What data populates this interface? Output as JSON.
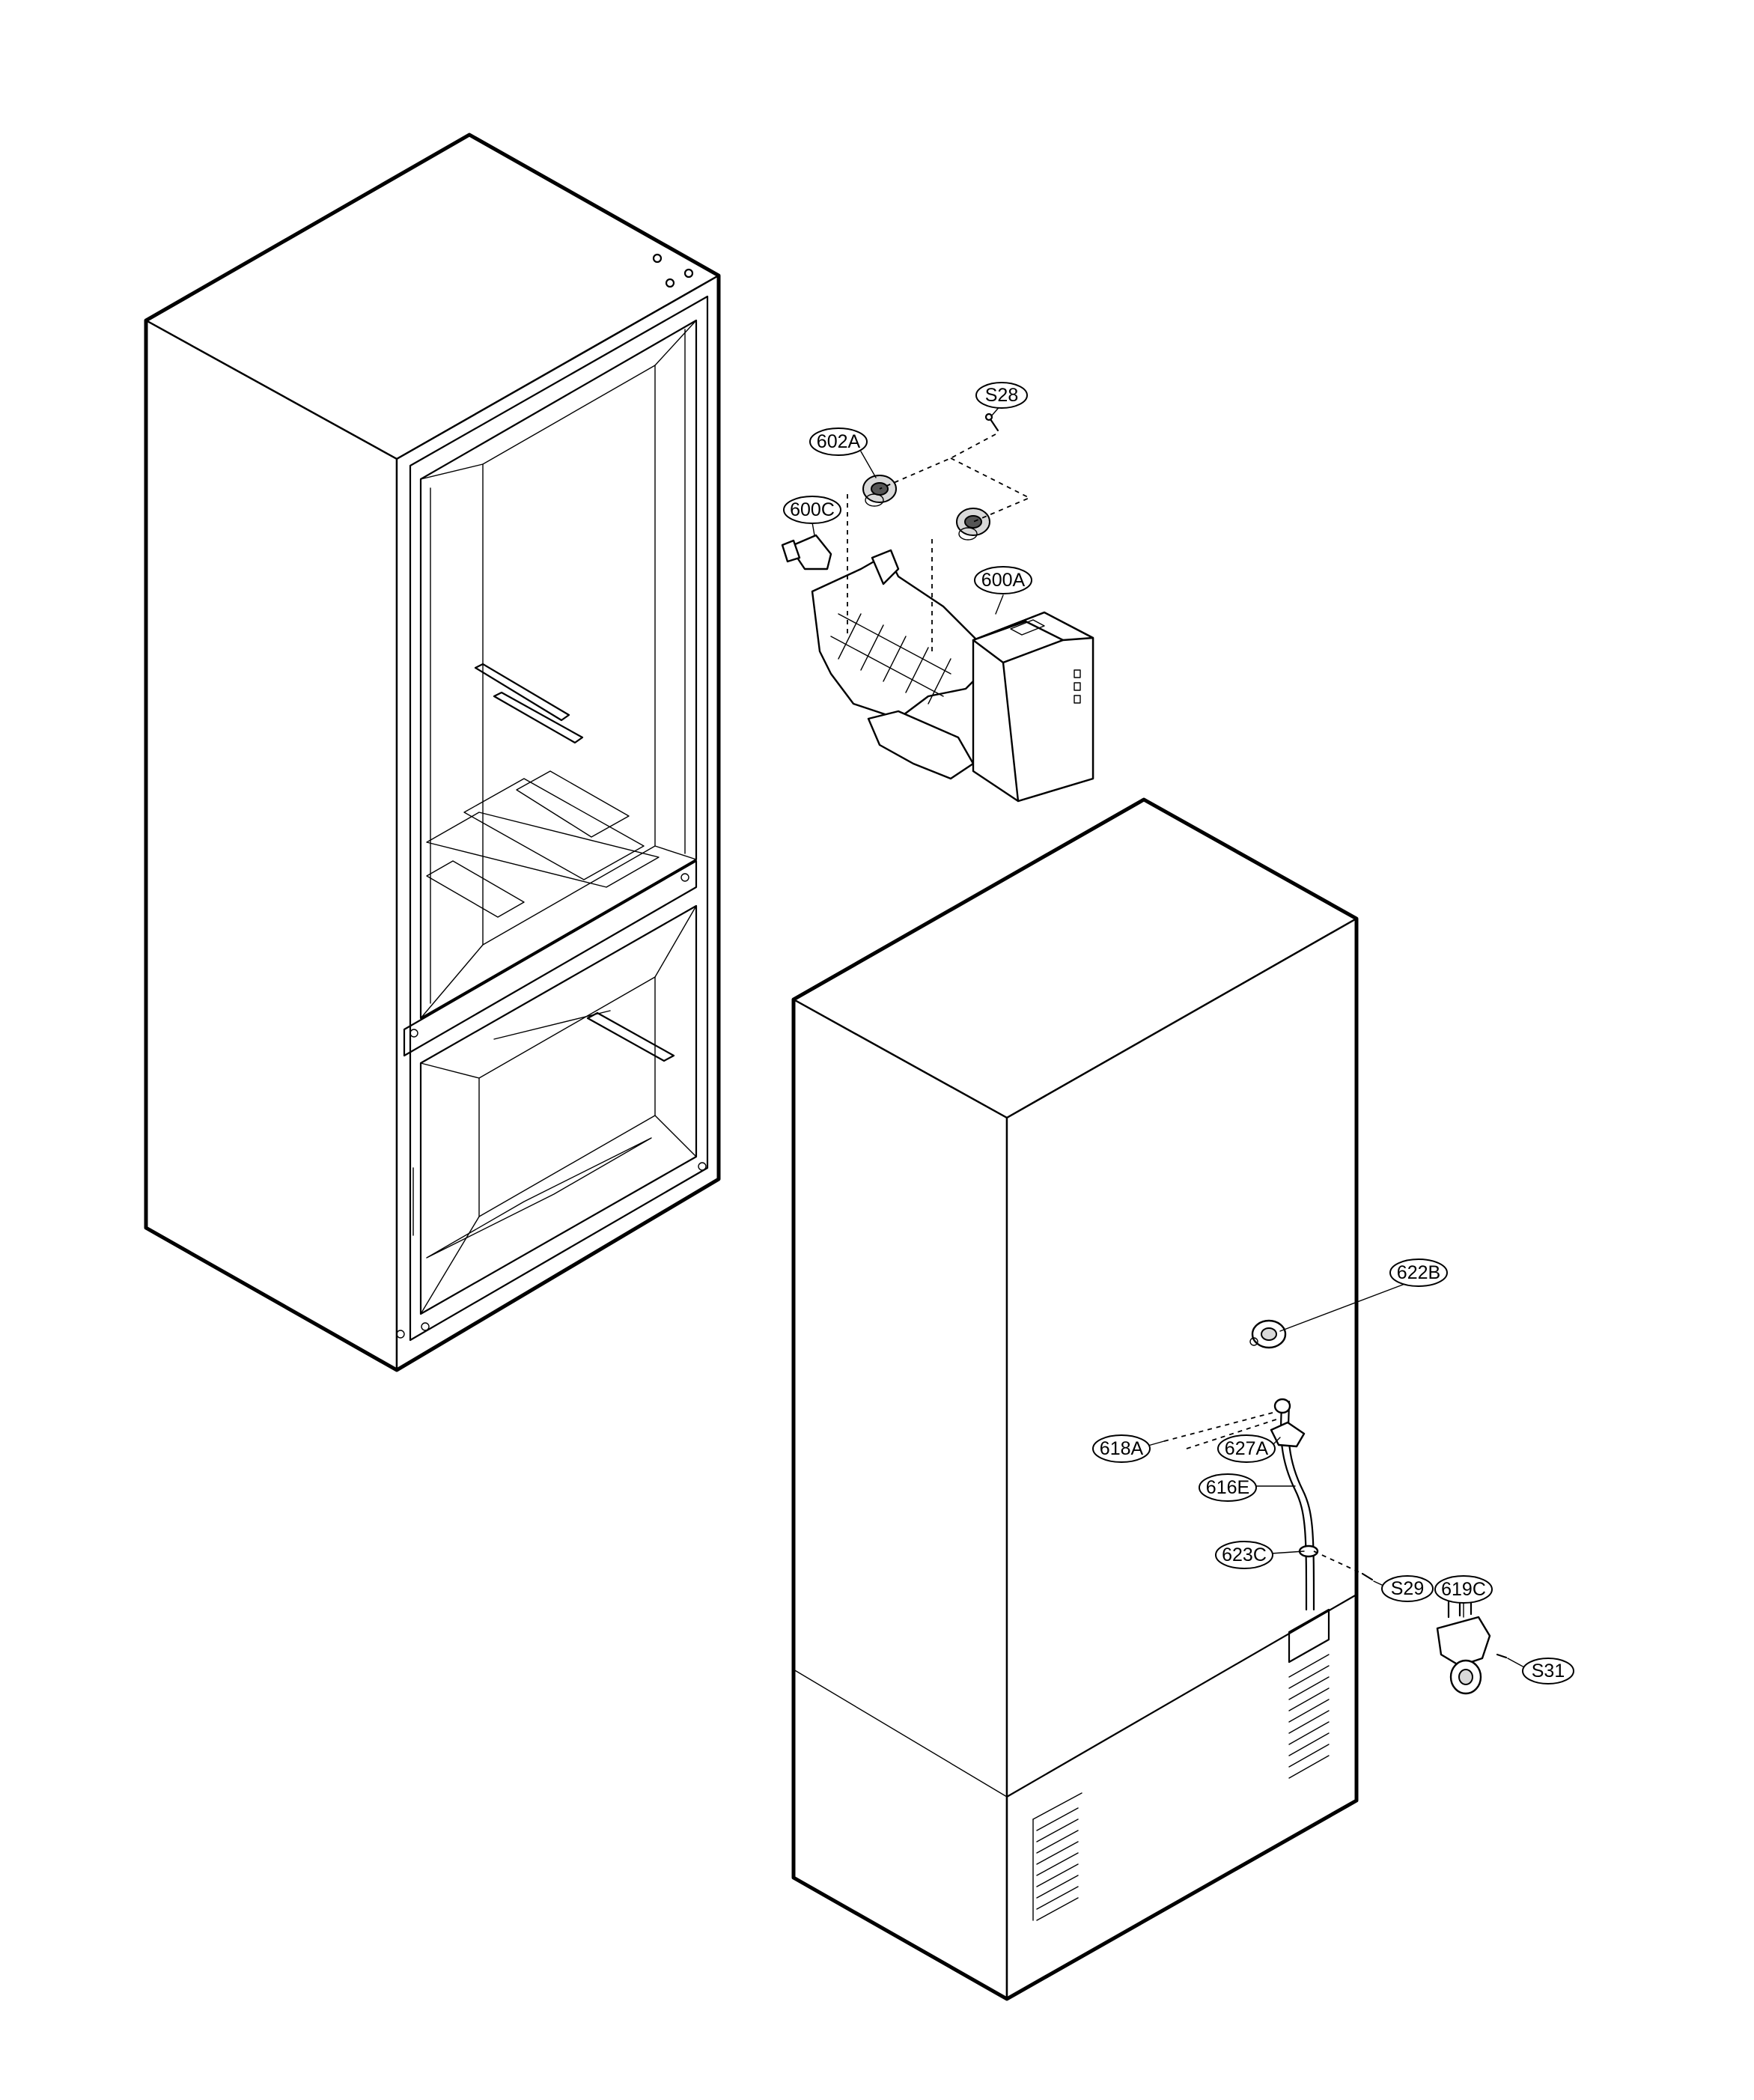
{
  "callouts": {
    "s28": "S28",
    "p602a": "602A",
    "p600c": "600C",
    "p600a": "600A",
    "p622b": "622B",
    "p618a": "618A",
    "p627a": "627A",
    "p616e": "616E",
    "p623c": "623C",
    "s29": "S29",
    "p619c": "619C",
    "s31": "S31"
  }
}
